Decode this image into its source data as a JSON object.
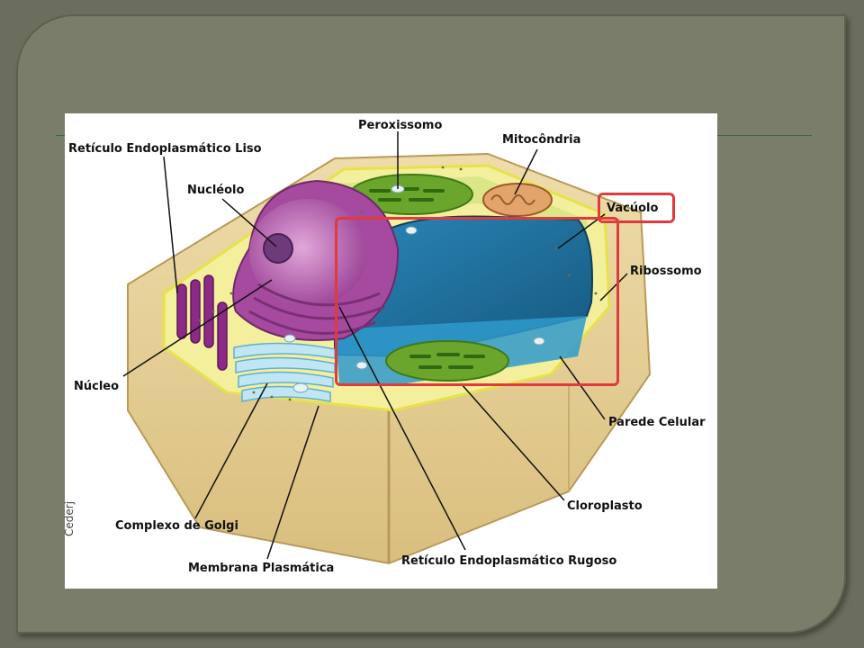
{
  "figure": {
    "credit": "Cederj",
    "labels": {
      "reticulo_liso": "Retículo Endoplasmático Liso",
      "peroxissomo": "Peroxissomo",
      "mitocondria": "Mitocôndria",
      "nucleolo": "Nucléolo",
      "vacuolo": "Vacúolo",
      "ribossomo": "Ribossomo",
      "nucleo": "Núcleo",
      "parede_celular": "Parede Celular",
      "cloroplasto": "Cloroplasto",
      "complexo_golgi": "Complexo de Golgi",
      "membrana_plasmatica": "Membrana Plasmática",
      "reticulo_rugoso": "Retículo Endoplasmático Rugoso"
    },
    "colors": {
      "highlight": "#e03a3e",
      "wall": "#e8d29a",
      "cytoplasm": "#8fbf3a",
      "vacuole": "#1f6f9e",
      "nucleus": "#b04fa8",
      "golgi": "#bfe6f2"
    }
  }
}
